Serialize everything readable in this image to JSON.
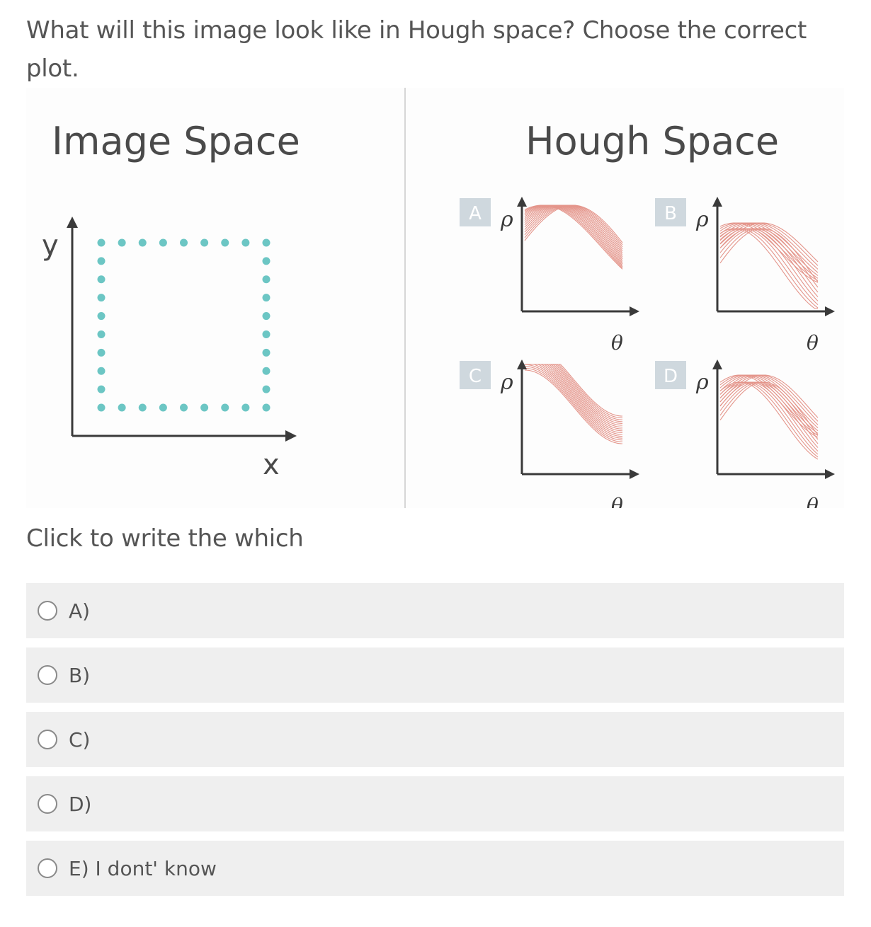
{
  "question": {
    "text": "What will this image look like in Hough space? Choose the correct plot."
  },
  "figure": {
    "left_title": "Image Space",
    "right_title": "Hough Space",
    "image_axes": {
      "x": "x",
      "y": "y"
    },
    "dot_color": "#6cc6c4",
    "curve_color": "#e08478",
    "hough_axes": {
      "rho": "ρ",
      "theta": "θ"
    },
    "panels": [
      {
        "badge": "A"
      },
      {
        "badge": "B"
      },
      {
        "badge": "C"
      },
      {
        "badge": "D"
      }
    ]
  },
  "prompt": "Click to write the which",
  "options": [
    {
      "label": "A)"
    },
    {
      "label": "B)"
    },
    {
      "label": "C)"
    },
    {
      "label": "D)"
    },
    {
      "label": "E) I dont' know"
    }
  ]
}
